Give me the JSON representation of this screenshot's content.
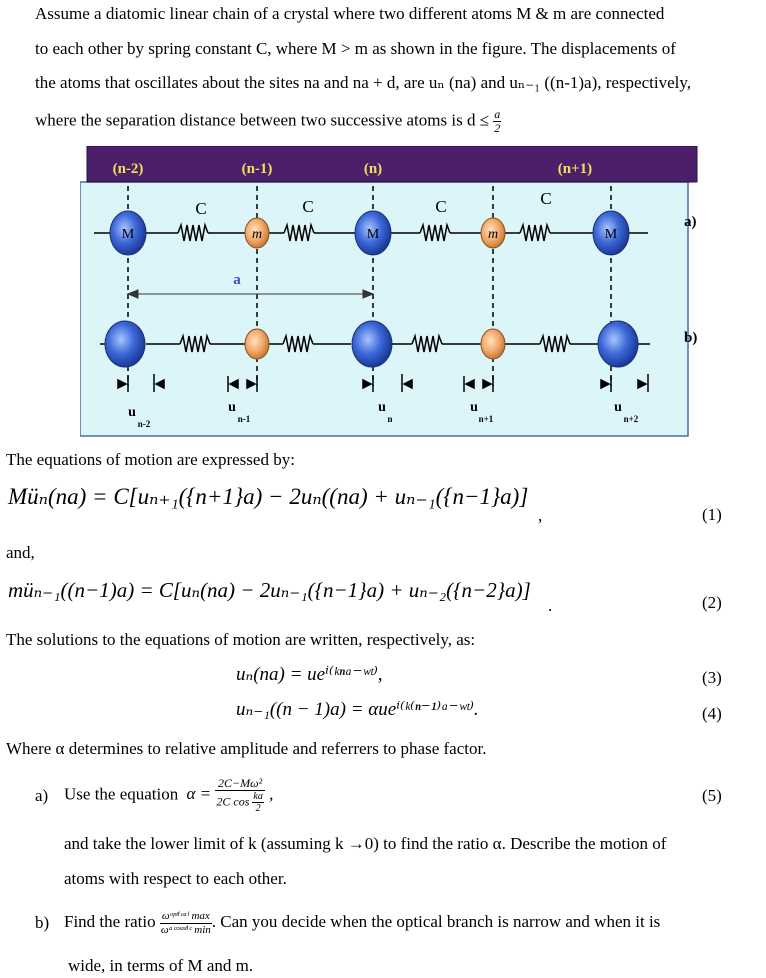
{
  "intro": {
    "l1": "Assume a diatomic linear chain of a crystal where two different atoms M & m are connected",
    "l2": "to each other by spring constant C, where M > m as shown in the figure. The displacements of",
    "l3": "the atoms that oscillates about the sites na and na + d, are uₙ (na) and uₙ₋₁ ((n-1)a), respectively,",
    "l4": "where the separation distance between two successive atoms is d ≤",
    "l4_frac_num": "a",
    "l4_frac_den": "2"
  },
  "figure": {
    "header_labels": [
      "(n-2)",
      "(n-1)",
      "(n)",
      "(n+1)"
    ],
    "spring_labels": [
      "C",
      "C",
      "C",
      "C"
    ],
    "row_a_atoms": [
      "M",
      "m",
      "M",
      "m",
      "M"
    ],
    "spacing_label": "a",
    "row_a_label": "a)",
    "row_b_label": "b)",
    "displacement_main": [
      "u",
      "u",
      "u",
      "u",
      "u"
    ],
    "displacement_sub": [
      "n-2",
      "n-1",
      "n",
      "n+1",
      "n+2"
    ],
    "colors": {
      "header": "#4b1f6a",
      "panel": "#dcf5f8",
      "big_atom": "#3b68d8",
      "small_atom": "#f2a86a"
    }
  },
  "text_eq_intro": "The equations of motion are expressed by:",
  "eq1": "Müₙ(na) = C[uₙ₊₁({n+1}a) − 2uₙ((na) + uₙ₋₁({n−1}a)]",
  "eq1_comma": ",",
  "eq1_num": "(1)",
  "and_text": "and,",
  "eq2": "müₙ₋₁((n−1)a) = C[uₙ(na) − 2uₙ₋₁({n−1}a) + uₙ₋₂({n−2}a)]",
  "eq2_period": ".",
  "eq2_num": "(2)",
  "solutions_text": "The solutions to the equations of motion are written, respectively, as:",
  "eq3": "uₙ(na) = ueⁱ⁽ᵏⁿᵃ⁻ʷᵗ⁾,",
  "eq3_num": "(3)",
  "eq4": "uₙ₋₁((n − 1)a) = αueⁱ⁽ᵏ⁽ⁿ⁻¹⁾ᵃ⁻ʷᵗ⁾.",
  "eq4_num": "(4)",
  "where_text": "Where α determines to relative amplitude and referrers to phase factor.",
  "qa": {
    "label": "a)",
    "pre": "Use the equation",
    "alpha_eq": "α =",
    "frac_num": "2C−Mω²",
    "frac_den_pre": "2C cos",
    "frac_den_num": "ka",
    "frac_den_den": "2",
    "post": ",",
    "num": "(5)",
    "line2": "and take the lower limit of k (assuming k →0) to find the ratio α. Describe the motion of",
    "line3": "atoms with respect to each other."
  },
  "qb": {
    "label": "b)",
    "pre": "Find the ratio",
    "frac_num": "ωᵒᵖᵗⁱᶜᵃˡ max",
    "frac_den": "ωᵃᶜᵒᵘˢᵗⁱᶜ min",
    "post": ". Can you decide when the optical branch is narrow and when it is",
    "line2": "wide, in terms of M and m."
  }
}
